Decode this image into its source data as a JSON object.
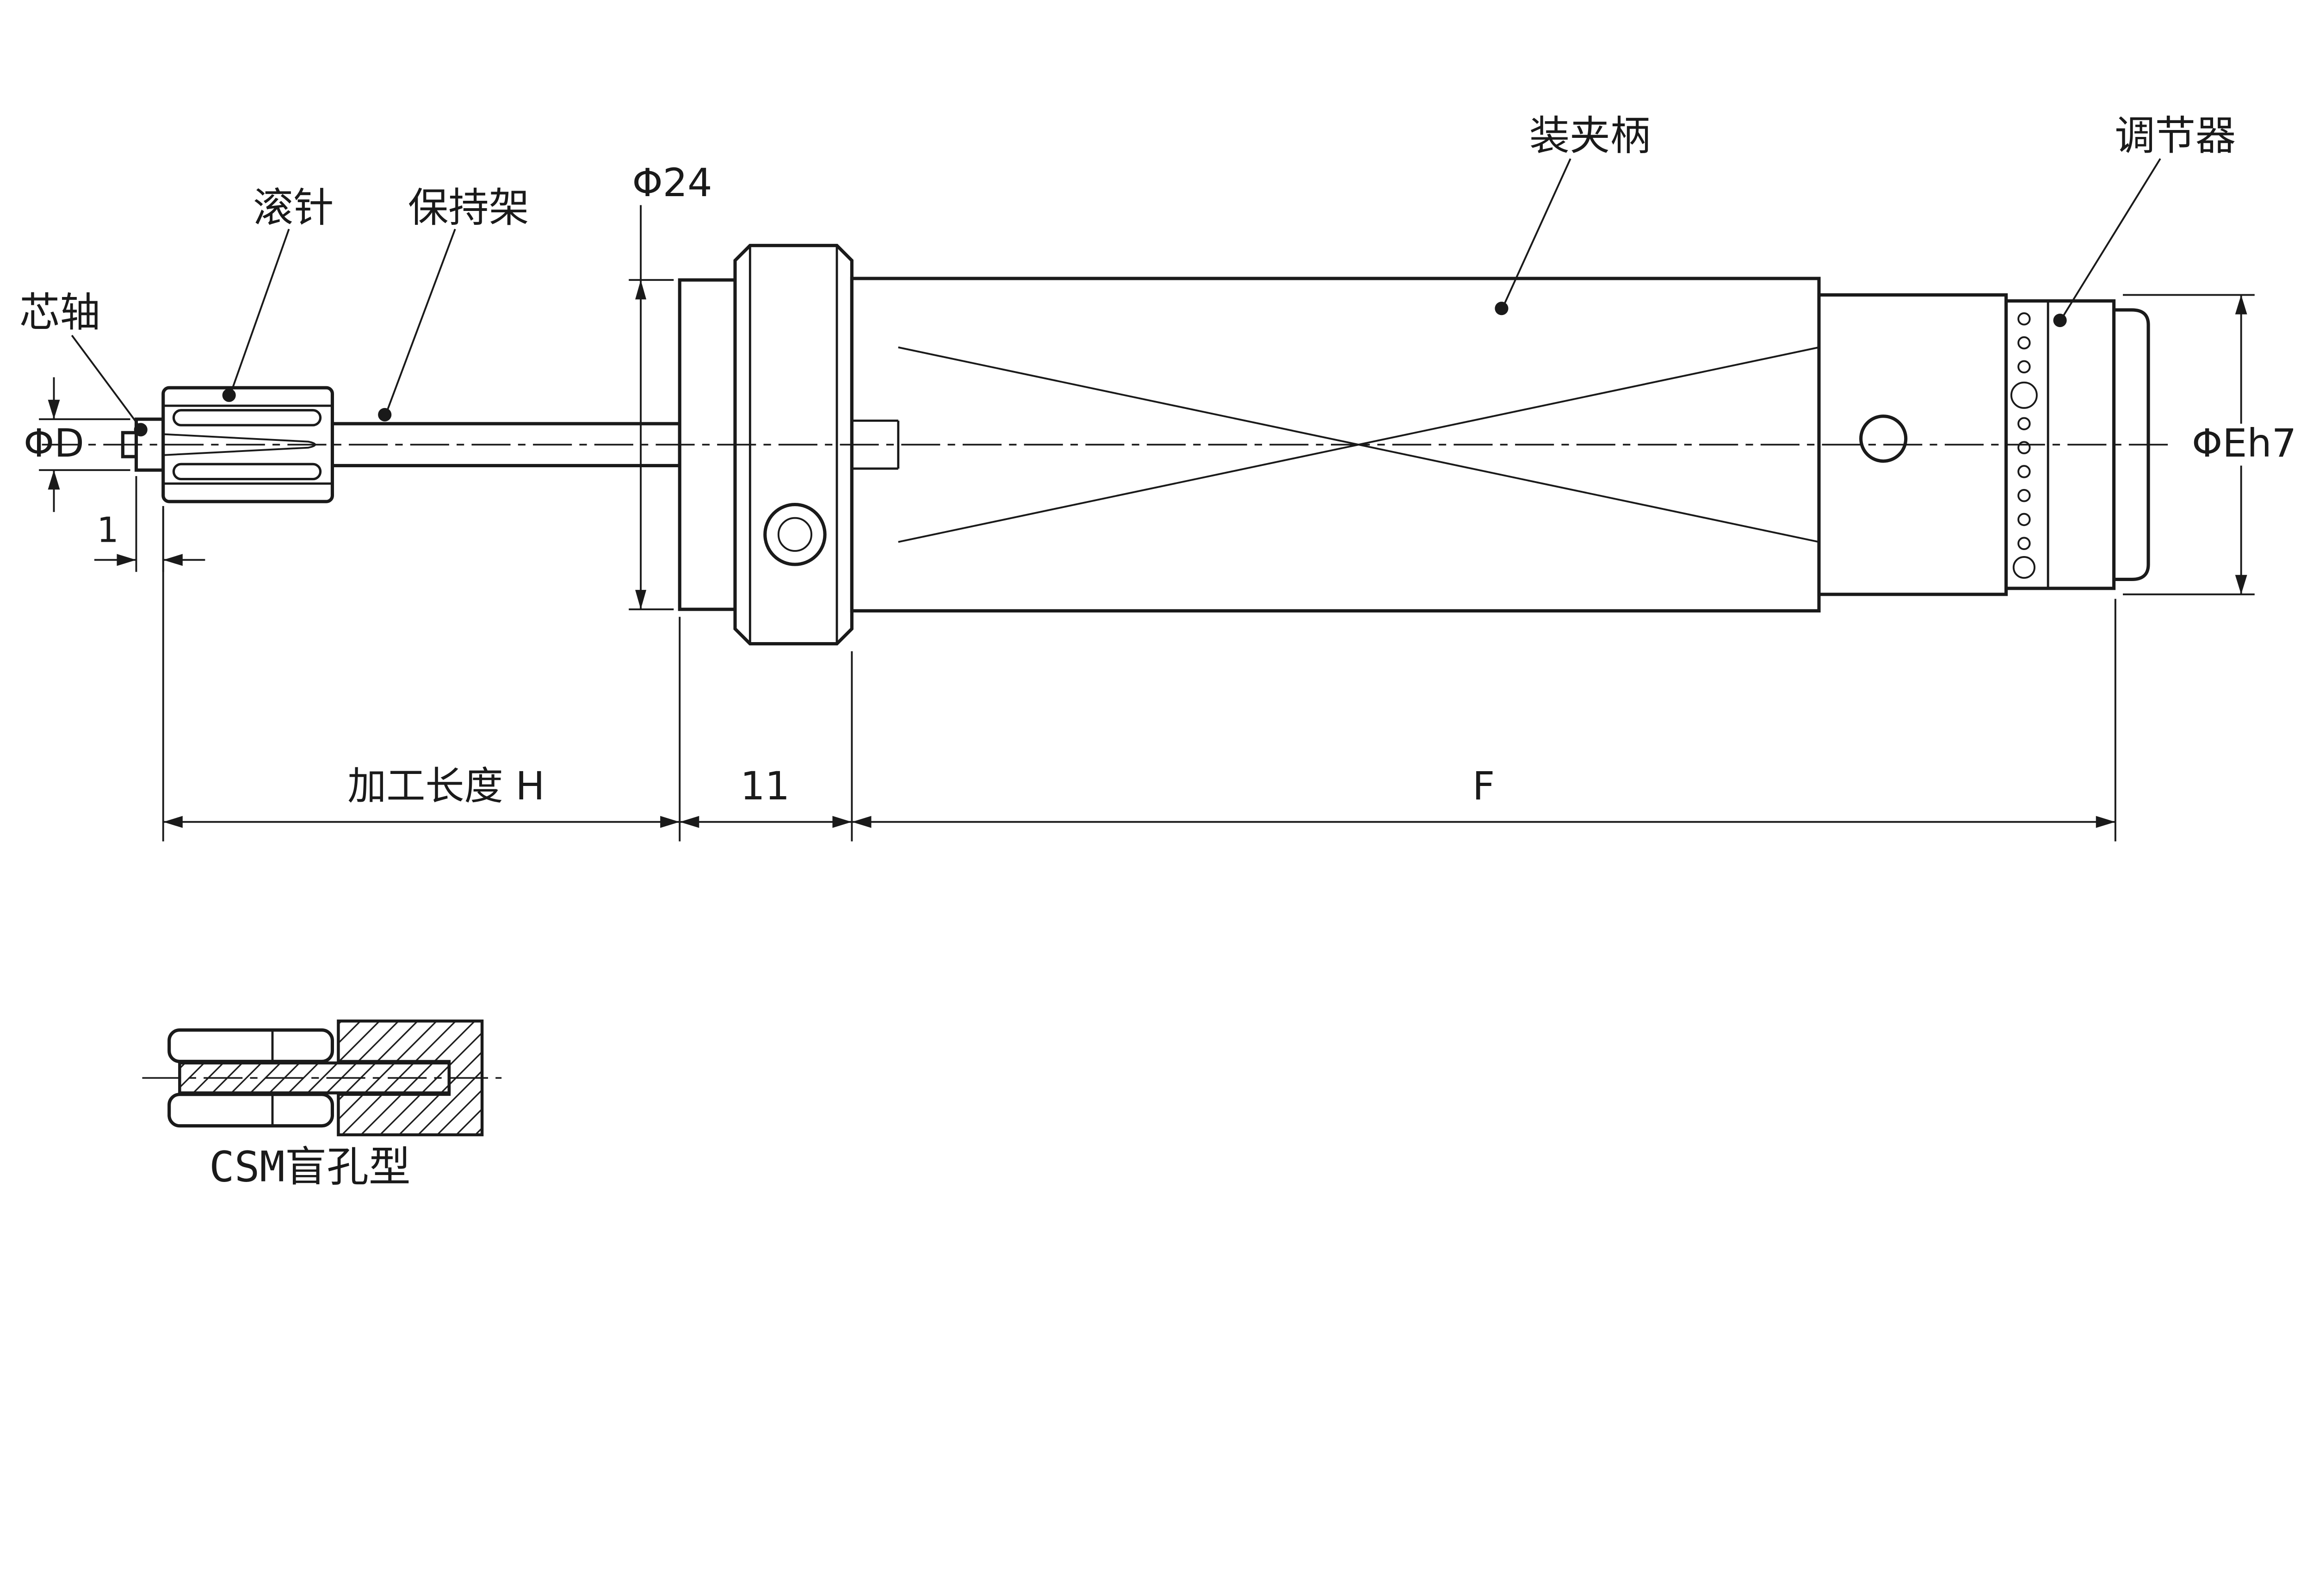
{
  "drawing": {
    "part_labels": {
      "mandrel": "芯轴",
      "needle_roller": "滚针",
      "cage": "保持架",
      "clamping_shank": "装夹柄",
      "adjuster": "调节器"
    },
    "dimensions": {
      "neck_diameter": "Φ24",
      "tip_diameter": "ΦD",
      "tip_length": "1",
      "machining_length": "加工长度 H",
      "neck_width": "11",
      "shank_length": "F",
      "shank_diameter": "ΦEh7"
    },
    "caption": "CSM盲孔型",
    "colors": {
      "line": "#1a1a1a",
      "background": "#ffffff"
    }
  }
}
